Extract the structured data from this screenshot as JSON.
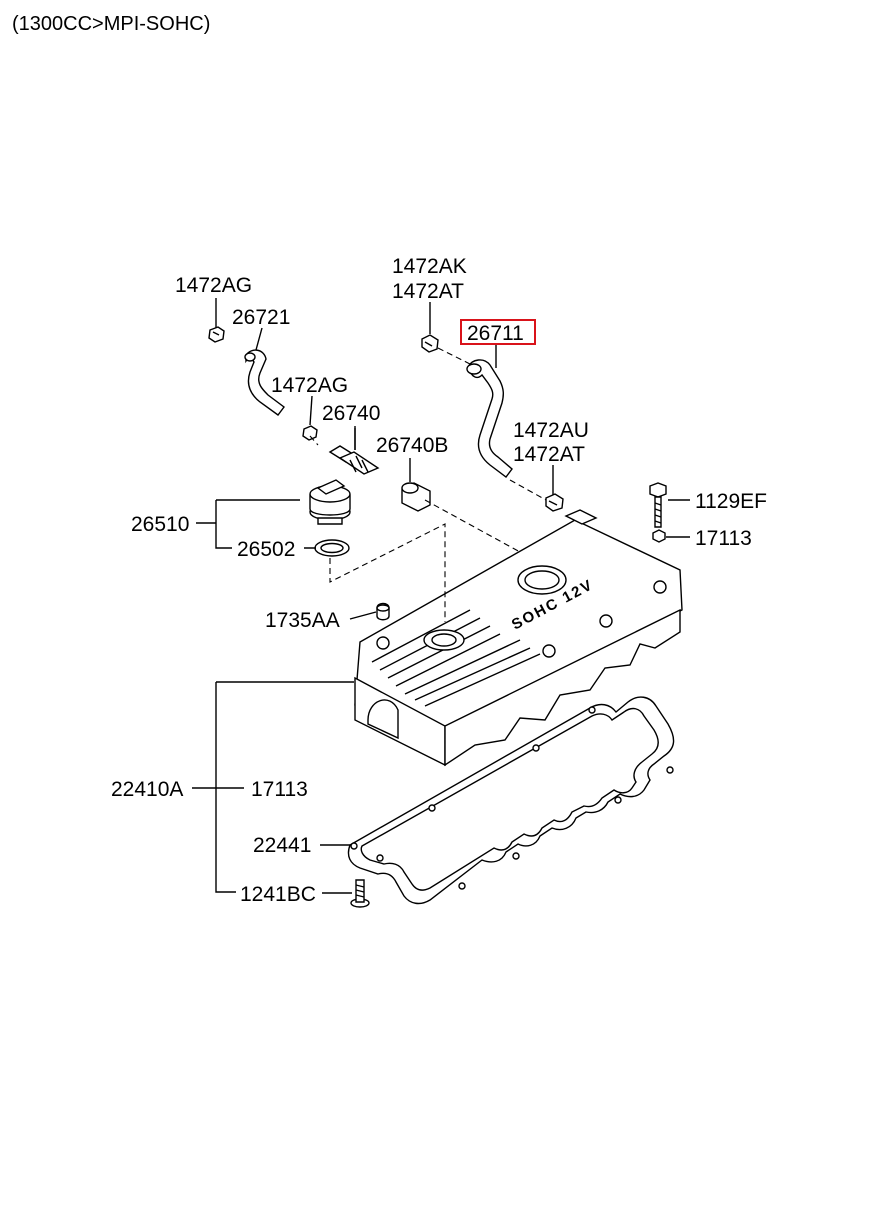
{
  "header": {
    "title": "(1300CC>MPI-SOHC)"
  },
  "parts": {
    "p_1472AG_a": "1472AG",
    "p_26721": "26721",
    "p_1472AG_b": "1472AG",
    "p_26740": "26740",
    "p_1472AK": "1472AK",
    "p_1472AT_a": "1472AT",
    "p_26711": "26711",
    "p_26740B": "26740B",
    "p_1472AU": "1472AU",
    "p_1472AT_b": "1472AT",
    "p_1129EF": "1129EF",
    "p_17113_a": "17113",
    "p_26510": "26510",
    "p_26502": "26502",
    "p_1735AA": "1735AA",
    "p_22410A": "22410A",
    "p_17113_b": "17113",
    "p_22441": "22441",
    "p_1241BC": "1241BC"
  },
  "emblem": {
    "text": "SOHC 12V"
  },
  "highlight_color": "#d9131a"
}
